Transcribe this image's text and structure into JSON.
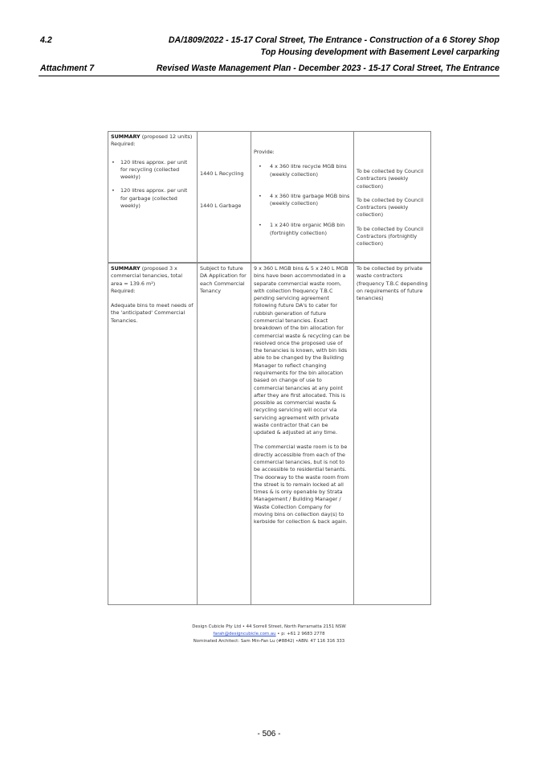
{
  "header": {
    "item_number": "4.2",
    "title_line1": "DA/1809/2022 - 15-17 Coral Street, The Entrance - Construction of a 6 Storey Shop",
    "title_line2": "Top Housing development with Basement Level carparking",
    "attachment": "Attachment 7",
    "plan_title": "Revised Waste Management Plan - December 2023 - 15-17 Coral Street, The Entrance"
  },
  "table": {
    "residential": {
      "summary_bold": "SUMMARY",
      "summary_rest": " (proposed 12 units)",
      "required": "Required:",
      "provide": "Provide:",
      "rows": [
        {
          "requirement": "120 litres approx. per unit for recycling (collected weekly)",
          "capacity": "1440 L Recycling",
          "provision": "4 x 360 litre recycle MGB bins (weekly collection)",
          "collection": "To be collected by Council Contractors (weekly collection)"
        },
        {
          "requirement": "120 litres approx. per unit for garbage (collected weekly)",
          "capacity": "1440 L Garbage",
          "provision": "4 x 360 litre garbage MGB bins (weekly collection)",
          "collection": "To be collected by Council Contractors (weekly collection)"
        },
        {
          "requirement": "",
          "capacity": "",
          "provision": "1 x 240 litre organic MGB bin (fortnightly collection)",
          "collection": "To be collected by Council Contractors (fortnightly collection)"
        }
      ],
      "bullet": "•"
    },
    "commercial": {
      "summary_bold": "SUMMARY",
      "summary_rest": " (proposed 3 x commercial tenancies, total area = 139.6 m²)",
      "required": "Required:",
      "adequate": "Adequate bins to meet needs of the 'anticipated' Commercial Tenancies.",
      "capacity": "Subject to future DA Application for each Commercial Tenancy",
      "provision_p1": "9 x 360 L MGB bins & 5 x 240 L MGB bins have been accommodated in a separate commercial waste room, with collection frequency T.B.C pending servicing agreement following future DA's to cater for rubbish generation of future commercial tenancies. Exact breakdown of the bin allocation for commercial waste & recycling can be resolved once the proposed use of the tenancies is known, with bin lids able to be changed by the Building Manager to reflect changing requirements for the bin allocation based on change of use to commercial tenancies at any point after they are first allocated. This is possible as commercial waste & recycling servicing will occur via servicing agreement with private waste contractor that can be updated & adjusted at any time.",
      "provision_p2": "The commercial waste room is to be directly accessible from each of the commercial tenancies, but is not to be accessible to residential tenants. The doorway to the waste room from the street is to remain locked at all times & is only openable by Strata Management / Building Manager / Waste Collection Company for moving bins on collection day(s) to kerbside for collection & back again.",
      "collection": "To be collected by private waste contractors (frequency T.B.C depending on requirements of future tenancies)"
    }
  },
  "footer": {
    "line1": "Design Cubicle Pty Ltd • 44 Sorrell Street, North Parramatta 2151 NSW",
    "email": "farah@designcubicle.com.au",
    "phone": " • p: +61 2 9683 2778",
    "line3": "Nominated Architect: Sam Min-Fan Lu (#8842) •ABN: 47 116 316 333"
  },
  "page_number": "- 506 -"
}
